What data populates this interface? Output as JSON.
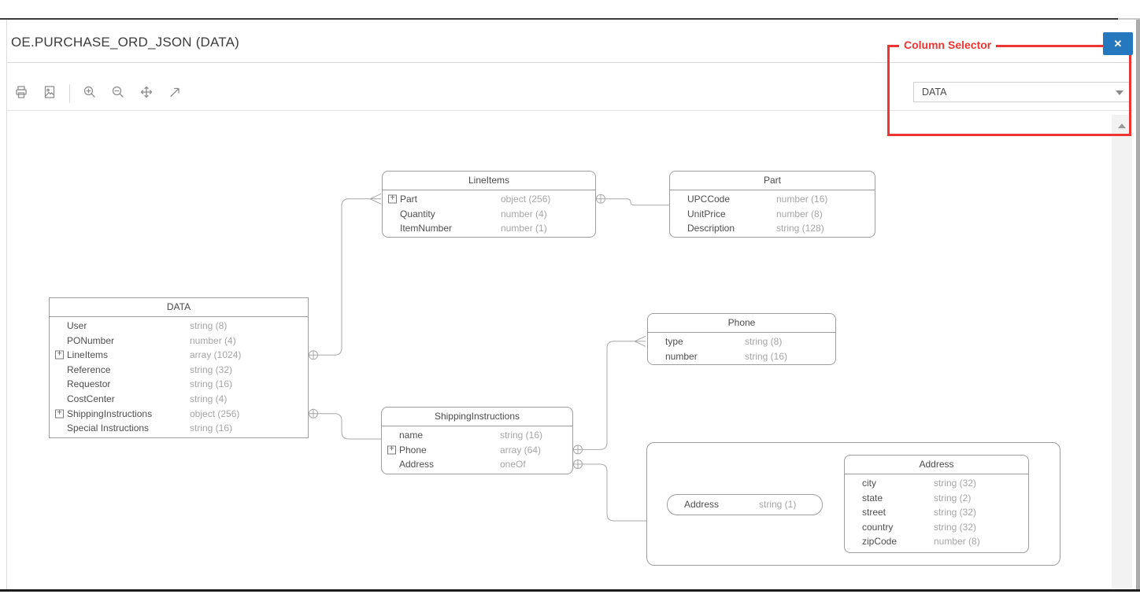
{
  "header": {
    "title": "OE.PURCHASE_ORD_JSON (DATA)"
  },
  "close_button": {
    "label": "✕"
  },
  "annotation": {
    "label": "Column Selector",
    "color": "#ee3531"
  },
  "column_selector": {
    "value": "DATA"
  },
  "toolbar": {
    "buttons": [
      {
        "name": "print"
      },
      {
        "name": "export-image"
      },
      {
        "name": "zoom-in"
      },
      {
        "name": "zoom-out"
      },
      {
        "name": "pan"
      },
      {
        "name": "fit-to-window"
      }
    ]
  },
  "colors": {
    "accent_blue": "#2577be",
    "annotation_red": "#ee3531",
    "connector_gray": "#a8a8a8",
    "field_name_text": "#4f4f4f",
    "field_type_text": "#a6a6a6"
  },
  "diagram": {
    "entities": [
      {
        "title": "DATA",
        "fields": [
          {
            "name": "User",
            "type": "string (8)"
          },
          {
            "name": "PONumber",
            "type": "number (4)"
          },
          {
            "name": "LineItems",
            "type": "array (1024)",
            "expandable": true
          },
          {
            "name": "Reference",
            "type": "string (32)"
          },
          {
            "name": "Requestor",
            "type": "string (16)"
          },
          {
            "name": "CostCenter",
            "type": "string (4)"
          },
          {
            "name": "ShippingInstructions",
            "type": "object (256)",
            "expandable": true
          },
          {
            "name": "Special Instructions",
            "type": "string (16)"
          }
        ]
      },
      {
        "title": "LineItems",
        "fields": [
          {
            "name": "Part",
            "type": "object (256)",
            "expandable": true
          },
          {
            "name": "Quantity",
            "type": "number (4)"
          },
          {
            "name": "ItemNumber",
            "type": "number (1)"
          }
        ]
      },
      {
        "title": "Part",
        "fields": [
          {
            "name": "UPCCode",
            "type": "number (16)"
          },
          {
            "name": "UnitPrice",
            "type": "number (8)"
          },
          {
            "name": "Description",
            "type": "string (128)"
          }
        ]
      },
      {
        "title": "Phone",
        "fields": [
          {
            "name": "type",
            "type": "string (8)"
          },
          {
            "name": "number",
            "type": "string (16)"
          }
        ]
      },
      {
        "title": "ShippingInstructions",
        "fields": [
          {
            "name": "name",
            "type": "string (16)"
          },
          {
            "name": "Phone",
            "type": "array (64)",
            "expandable": true
          },
          {
            "name": "Address",
            "type": "oneOf"
          }
        ]
      },
      {
        "title": "Address",
        "fields": [
          {
            "name": "city",
            "type": "string (32)"
          },
          {
            "name": "state",
            "type": "string (2)"
          },
          {
            "name": "street",
            "type": "string (32)"
          },
          {
            "name": "country",
            "type": "string (32)"
          },
          {
            "name": "zipCode",
            "type": "number (8)"
          }
        ]
      }
    ],
    "oneof_option": {
      "name": "Address",
      "type": "string (1)"
    }
  }
}
